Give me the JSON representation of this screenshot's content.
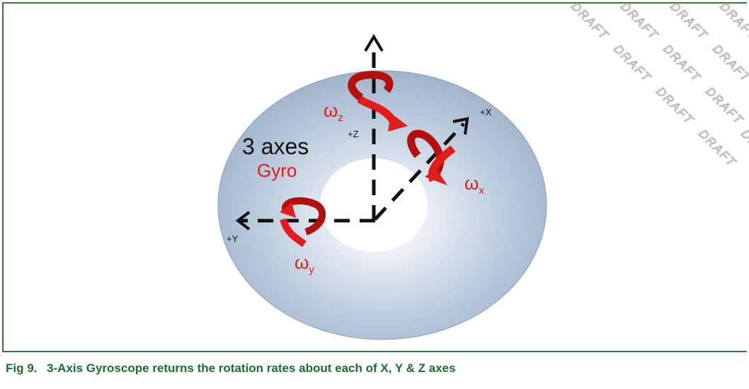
{
  "diagram": {
    "title_line1": "3 axes",
    "title_line2": "Gyro",
    "labels": {
      "z_axis": "+Z",
      "x_axis": "+X",
      "y_axis": "+Y",
      "omega_z": "ω",
      "omega_z_sub": "z",
      "omega_x": "ω",
      "omega_x_sub": "x",
      "omega_y": "ω",
      "omega_y_sub": "y"
    },
    "colors": {
      "disc": "#a9bed6",
      "arrow_red": "#e21b1b",
      "frame_green": "#2e7d32",
      "caption_green": "#1b6e2c"
    }
  },
  "watermark": {
    "text": "DRAFT"
  },
  "caption": {
    "number": "Fig 9.",
    "text": "3-Axis Gyroscope returns the rotation rates about each of X, Y & Z axes"
  }
}
